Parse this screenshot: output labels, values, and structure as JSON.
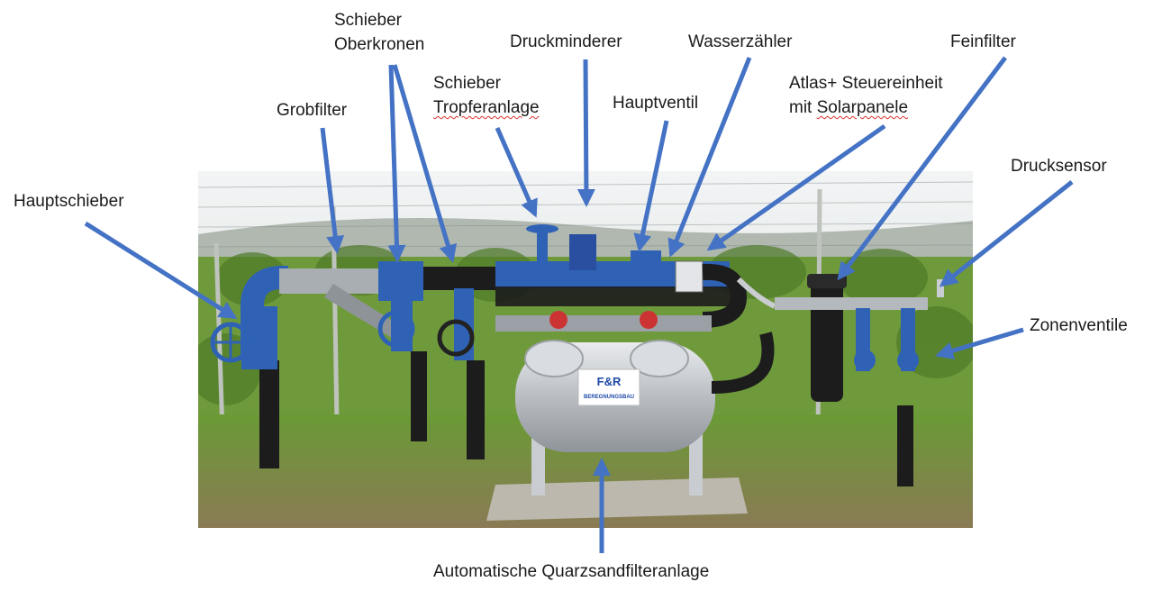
{
  "labels": {
    "hauptschieber": "Hauptschieber",
    "grobfilter": "Grobfilter",
    "schieber_oberkronen_1": "Schieber",
    "schieber_oberkronen_2": "Oberkronen",
    "schieber_tropfer_1": "Schieber",
    "schieber_tropfer_2": "Tropferanlage",
    "druckminderer": "Druckminderer",
    "hauptventil": "Hauptventil",
    "wasserzaehler": "Wasserzähler",
    "atlas_1": "Atlas+ Steuereinheit",
    "atlas_2_prefix": "mit ",
    "atlas_2_word": "Solarpanele",
    "feinfilter": "Feinfilter",
    "drucksensor": "Drucksensor",
    "zonenventile": "Zonenventile",
    "quarzsand": "Automatische Quarzsandfilteranlage"
  },
  "filter_tank": {
    "brand": "F&R",
    "subtitle": "BEREGNUNGSBAU"
  },
  "colors": {
    "arrow": "#4472C4",
    "pipe_blue": "#2f62b5",
    "pipe_black": "#1c1c1c",
    "tank": "#c9ccd0",
    "sky": "#e8ecee",
    "grass": "#5b8a2e"
  }
}
